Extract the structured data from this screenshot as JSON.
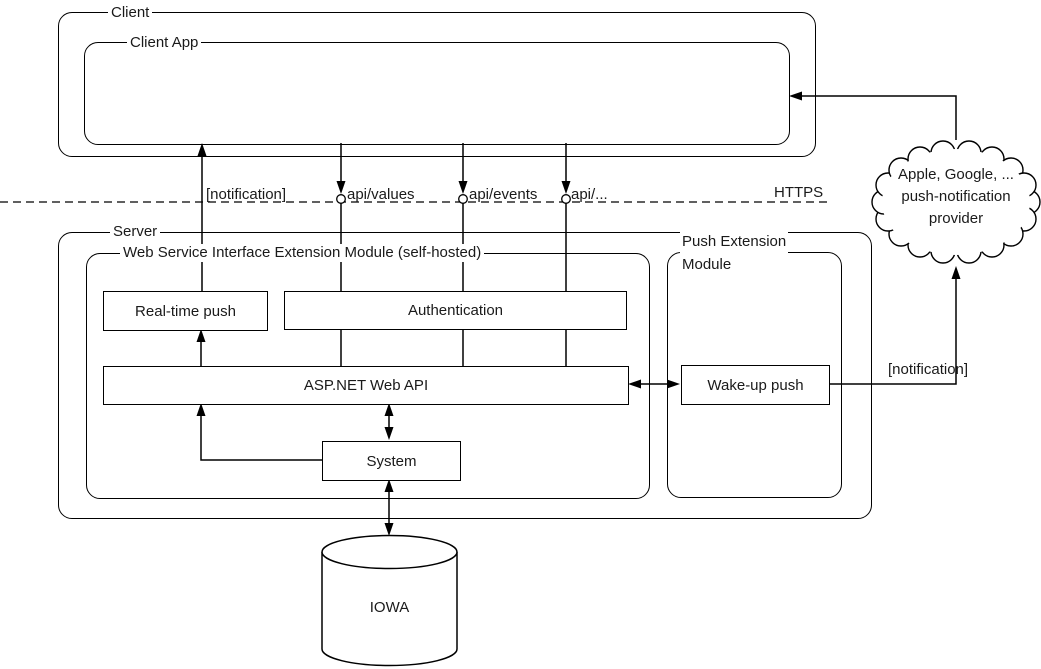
{
  "colors": {
    "line": "#000000",
    "background": "#ffffff",
    "text": "#1a1a1a"
  },
  "client": {
    "label": "Client",
    "app": {
      "label": "Client App"
    }
  },
  "boundary": {
    "notification_label": "[notification]",
    "endpoints": [
      "api/values",
      "api/events",
      "api/..."
    ],
    "protocol_label": "HTTPS"
  },
  "server": {
    "label": "Server",
    "web_service_module": {
      "label": "Web Service Interface Extension Module (self-hosted)",
      "realtime_push": {
        "label": "Real-time push"
      },
      "authentication": {
        "label": "Authentication"
      },
      "web_api": {
        "label": "ASP.NET Web API"
      },
      "system": {
        "label": "System"
      }
    },
    "push_extension_module": {
      "label_line1": "Push Extension",
      "label_line2": "Module",
      "wakeup_push": {
        "label": "Wake-up push"
      }
    }
  },
  "push_notification": {
    "label": "[notification]"
  },
  "cloud": {
    "line1": "Apple, Google, ...",
    "line2": "push-notification",
    "line3": "provider"
  },
  "database": {
    "label": "IOWA"
  }
}
